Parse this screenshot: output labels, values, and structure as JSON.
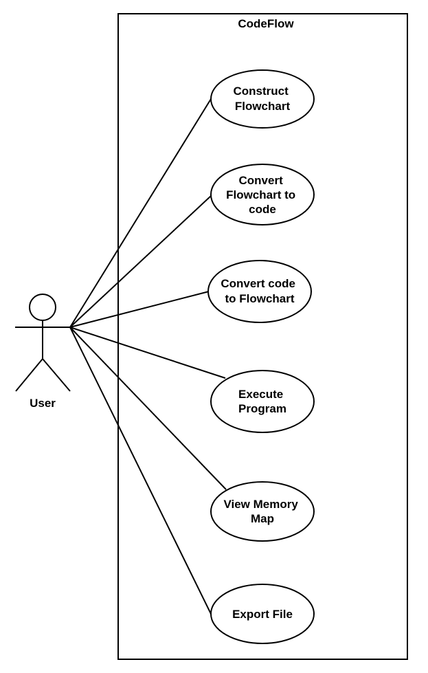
{
  "system": {
    "title": "CodeFlow"
  },
  "actor": {
    "label": "User"
  },
  "use_cases": [
    {
      "id": "construct-flowchart",
      "lines": [
        "Construct",
        "Flowchart"
      ]
    },
    {
      "id": "convert-flowchart-to-code",
      "lines": [
        "Convert",
        "Flowchart to",
        "code"
      ]
    },
    {
      "id": "convert-code-to-flowchart",
      "lines": [
        "Convert code",
        "to Flowchart"
      ]
    },
    {
      "id": "execute-program",
      "lines": [
        "Execute",
        "Program"
      ]
    },
    {
      "id": "view-memory-map",
      "lines": [
        "View Memory",
        "Map"
      ]
    },
    {
      "id": "export-file",
      "lines": [
        "Export File"
      ]
    }
  ],
  "colors": {
    "stroke": "#000000",
    "background": "#ffffff"
  }
}
